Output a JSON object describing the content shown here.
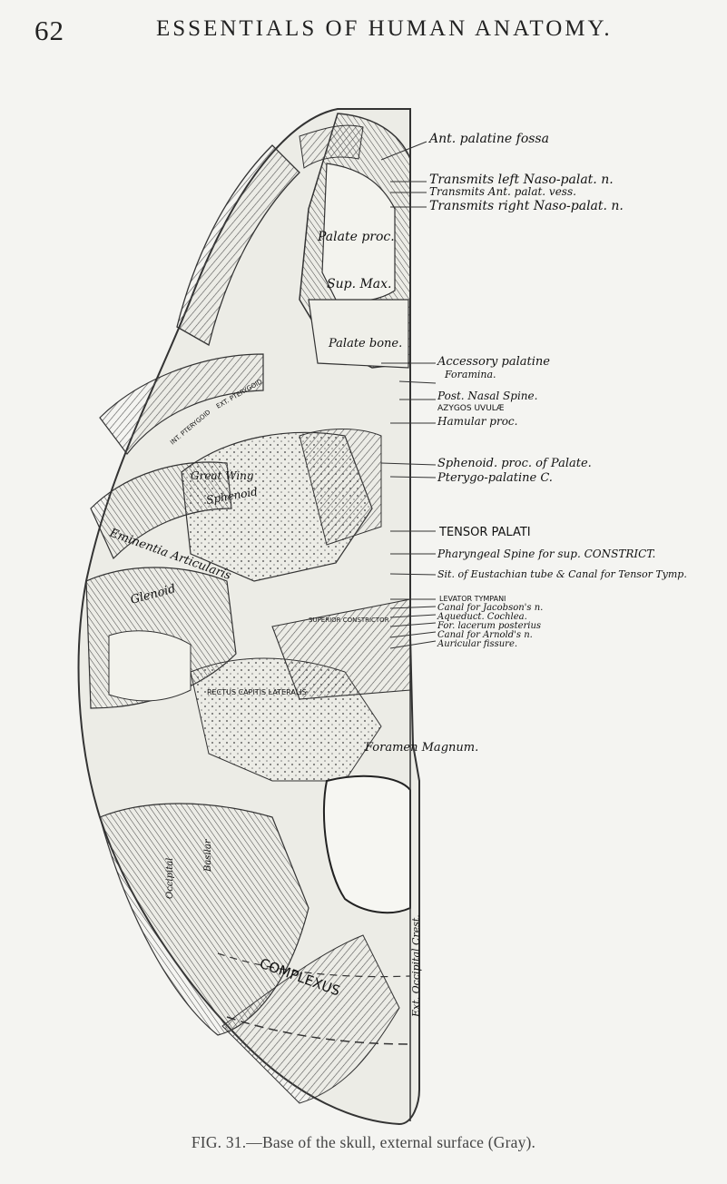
{
  "header": {
    "page_number": "62",
    "running_head": "ESSENTIALS OF HUMAN ANATOMY."
  },
  "figure": {
    "labels_right": [
      "Ant. palatine fossa",
      "Transmits left Naso-palat. n.",
      "Transmits Ant. palat. vess.",
      "Transmits right Naso-palat. n.",
      "Accessory palatine",
      "Foramina.",
      "Post. Nasal Spine.",
      "AZYGOS UVULÆ",
      "Hamular proc.",
      "Sphenoid. proc. of Palate.",
      "Pterygo-palatine C.",
      "TENSOR PALATI",
      "Pharyngeal Spine for sup. CONSTRICT.",
      "Sit. of Eustachian tube & Canal for Tensor Tymp.",
      "LEVATOR TYMPANI",
      "Canal for Jacobson's n.",
      "Aqueduct. Cochlea.",
      "For. lacerum posterius",
      "Canal for Arnold's n.",
      "Auricular fissure."
    ],
    "labels_inner": [
      "Palate proc.",
      "Sup. Max.",
      "Palate bone.",
      "Great Wing",
      "Sphenoid",
      "Eminentia Articularis",
      "Glenoid",
      "Foramen Magnum.",
      "Ext. Occipital Crest.",
      "Occipital",
      "Basilar",
      "RECTUS CAPITIS LATERALIS",
      "COMPLEXUS",
      "EXT. PTERYGOID",
      "INT. PTERYGOID",
      "SUPERIOR CONSTRICTOR"
    ]
  },
  "caption": "FIG. 31.—Base of the skull, external surface (Gray)."
}
